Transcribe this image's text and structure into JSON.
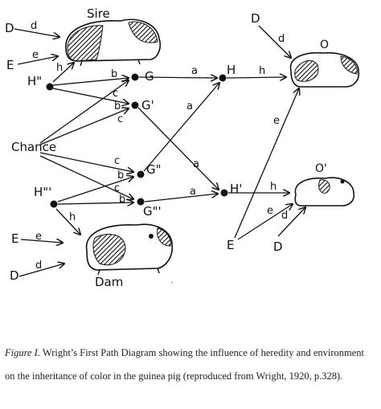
{
  "diagram": {
    "nodes": {
      "sire": "Sire",
      "dam": "Dam",
      "chance": "Chance",
      "sire_heredity": "H\"",
      "dam_heredity": "H\"'",
      "offspring_heredity": "H",
      "offspring2_heredity": "H'",
      "germ_g": "G",
      "germ_g1": "G'",
      "germ_g2": "G\"",
      "germ_g3": "G\"'",
      "d_sire": "D",
      "e_sire": "E",
      "d_dam": "D",
      "e_dam": "E",
      "d_top": "D",
      "d_bottom": "D",
      "e_bottom": "E",
      "offspring_o": "O",
      "offspring_o2": "O'"
    },
    "path_labels": {
      "d": "d",
      "e": "e",
      "h": "h",
      "a": "a",
      "b": "b",
      "c": "c"
    }
  },
  "caption": {
    "figure_label": "Figure I.",
    "text": "Wright’s First Path Diagram showing the influence of heredity and environment on the inheritance of color in the guinea pig (reproduced from Wright, 1920, p.328)."
  }
}
